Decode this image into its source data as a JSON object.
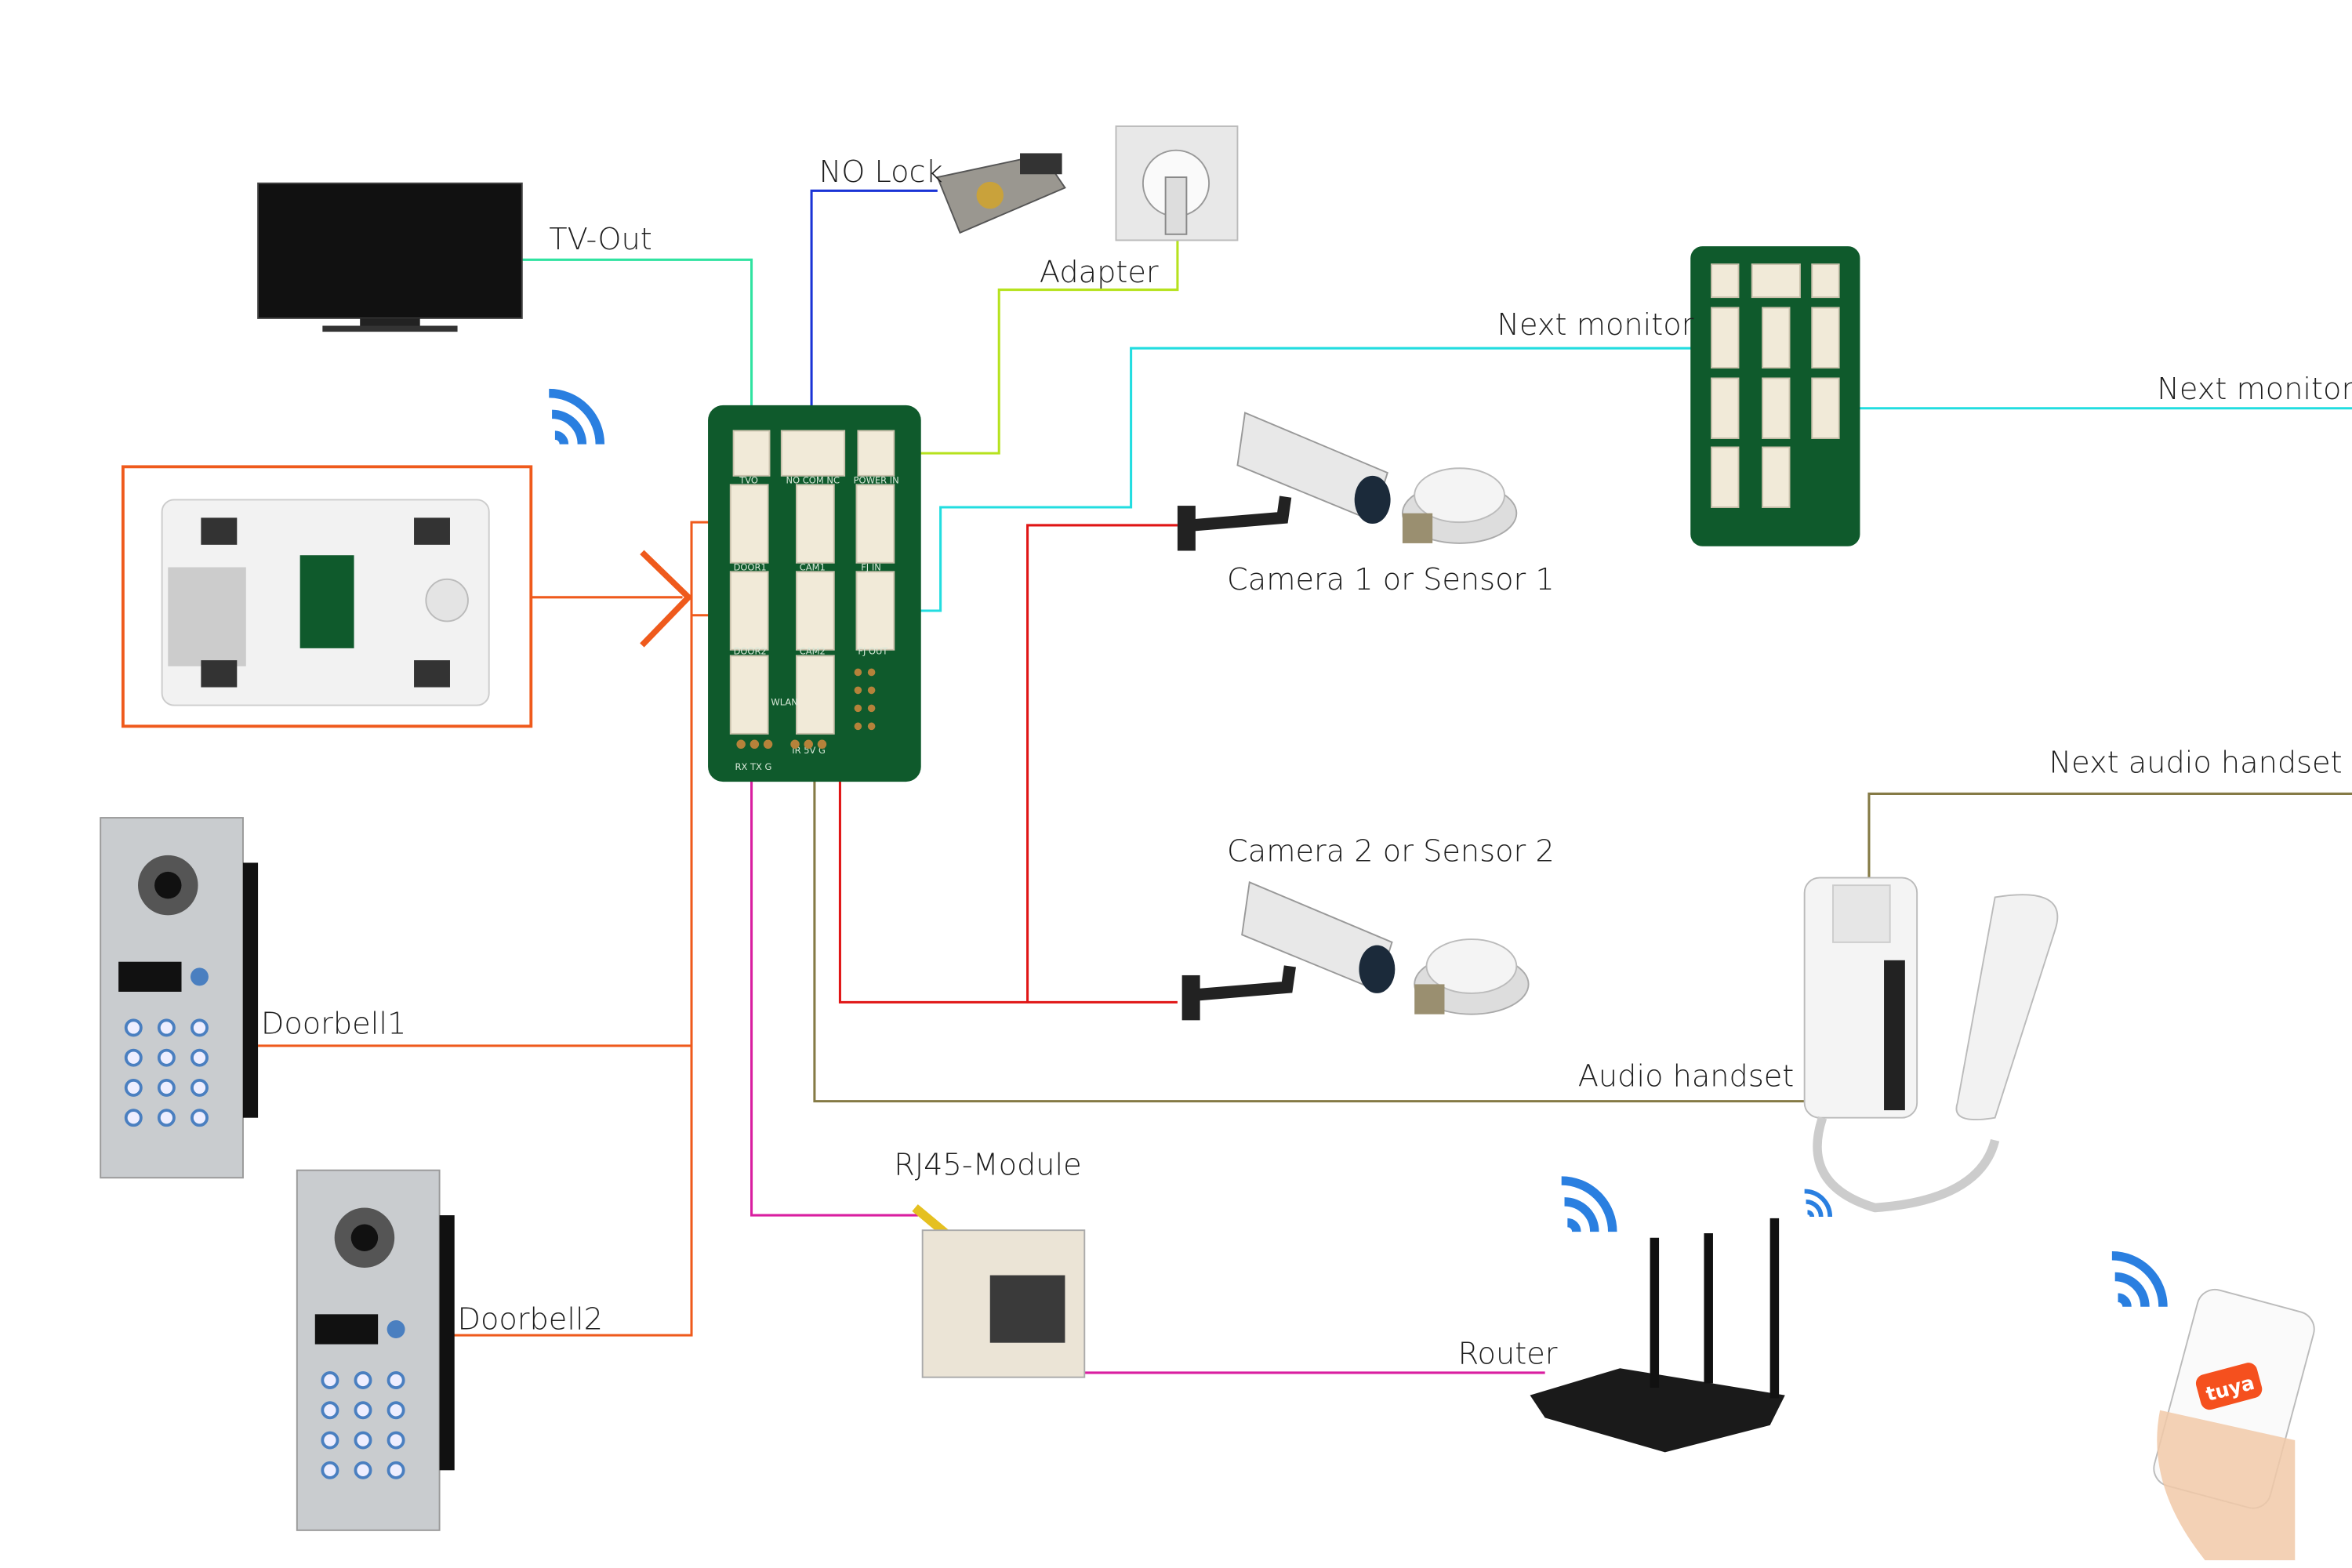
{
  "labels": {
    "tv_out": "TV-Out",
    "no_lock": "NO Lock",
    "adapter": "Adapter",
    "next_monitor_1": "Next monitor",
    "next_monitor_2": "Next monitor",
    "camera1": "Camera 1 or Sensor 1",
    "camera2": "Camera 2 or Sensor 2",
    "next_audio_handset": "Next audio handset",
    "audio_handset": "Audio handset",
    "doorbell1": "Doorbell1",
    "doorbell2": "Doorbell2",
    "rj45": "RJ45-Module",
    "router": "Router"
  },
  "pcb": {
    "tvo": "TVO",
    "lock": "NO COM NC",
    "power": "POWER IN",
    "door1": "DOOR1",
    "cam1": "CAM1",
    "fj_in": "FJ IN",
    "door2": "DOOR2",
    "cam2": "CAM2",
    "fj_out": "FJ OUT",
    "wlan": "WLAN",
    "uart": "RX TX G",
    "ir": "IR 5V G"
  },
  "logo": {
    "phone_app": "tuya"
  },
  "colors": {
    "tv_wire": "#2fe3a0",
    "lock_wire": "#1a33d6",
    "power_wire": "#b6e21e",
    "monitor_wire": "#22dde0",
    "door_wire": "#ef5a1c",
    "camera_wire": "#e01515",
    "audio_wire": "#857a45",
    "network_wire": "#d91ea0",
    "pcb": "#0f5a2c",
    "wifi": "#2a7fe0"
  }
}
